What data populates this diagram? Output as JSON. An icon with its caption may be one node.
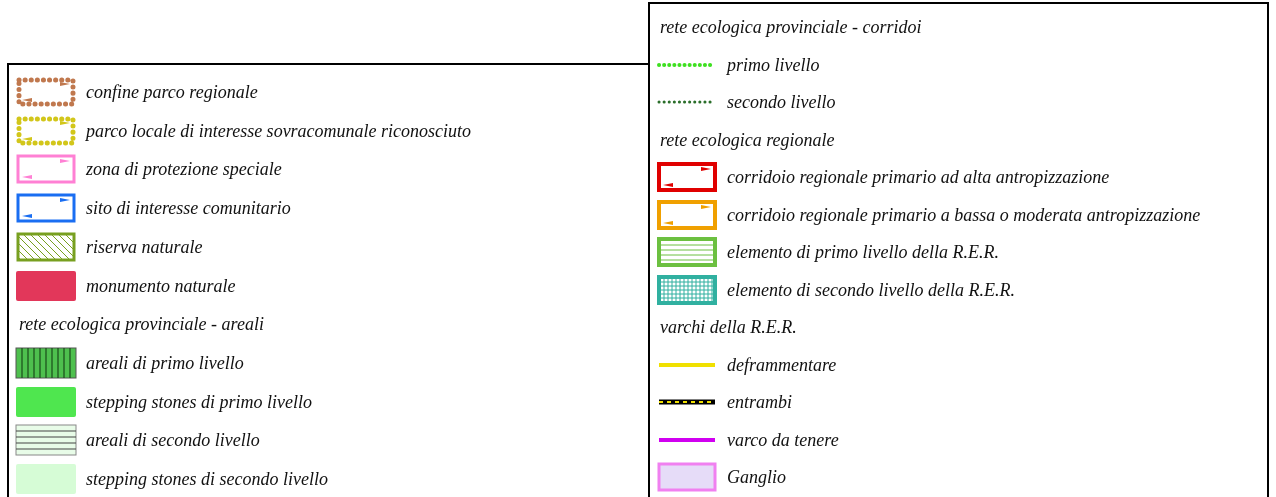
{
  "diagram": {
    "labels": [
      "rete ecologica provinciale - areali",
      "rete ecologica provinciale - corridoi",
      "rete ecologica regionale",
      "varchi della R.E.R."
    ],
    "legend": [
      {
        "text": "confine parco regionale"
      },
      {
        "text": "parco locale di interesse sovracomunale riconosciuto"
      },
      {
        "text": "zona di protezione speciale"
      },
      {
        "text": "sito di interesse comunitario"
      },
      {
        "text": "riserva naturale"
      },
      {
        "text": "monumento naturale",
        "color": "#e2375a"
      },
      {
        "text": "areali di primo livello"
      },
      {
        "text": "stepping stones di primo livello",
        "color": "#4fe64f"
      },
      {
        "text": "areali di secondo livello"
      },
      {
        "text": "stepping stones di secondo livello",
        "color": "#d6fcd6"
      },
      {
        "text": "primo livello"
      },
      {
        "text": "secondo livello"
      },
      {
        "text": "corridoio regionale primario ad alta antropizzazione"
      },
      {
        "text": "corridoio regionale primario a bassa o moderata antropizzazione"
      },
      {
        "text": "elemento di primo livello della R.E.R."
      },
      {
        "text": "elemento di secondo livello della R.E.R."
      },
      {
        "text": "deframmentare"
      },
      {
        "text": "entrambi"
      },
      {
        "text": "varco da tenere"
      },
      {
        "text": "Ganglio"
      }
    ]
  }
}
